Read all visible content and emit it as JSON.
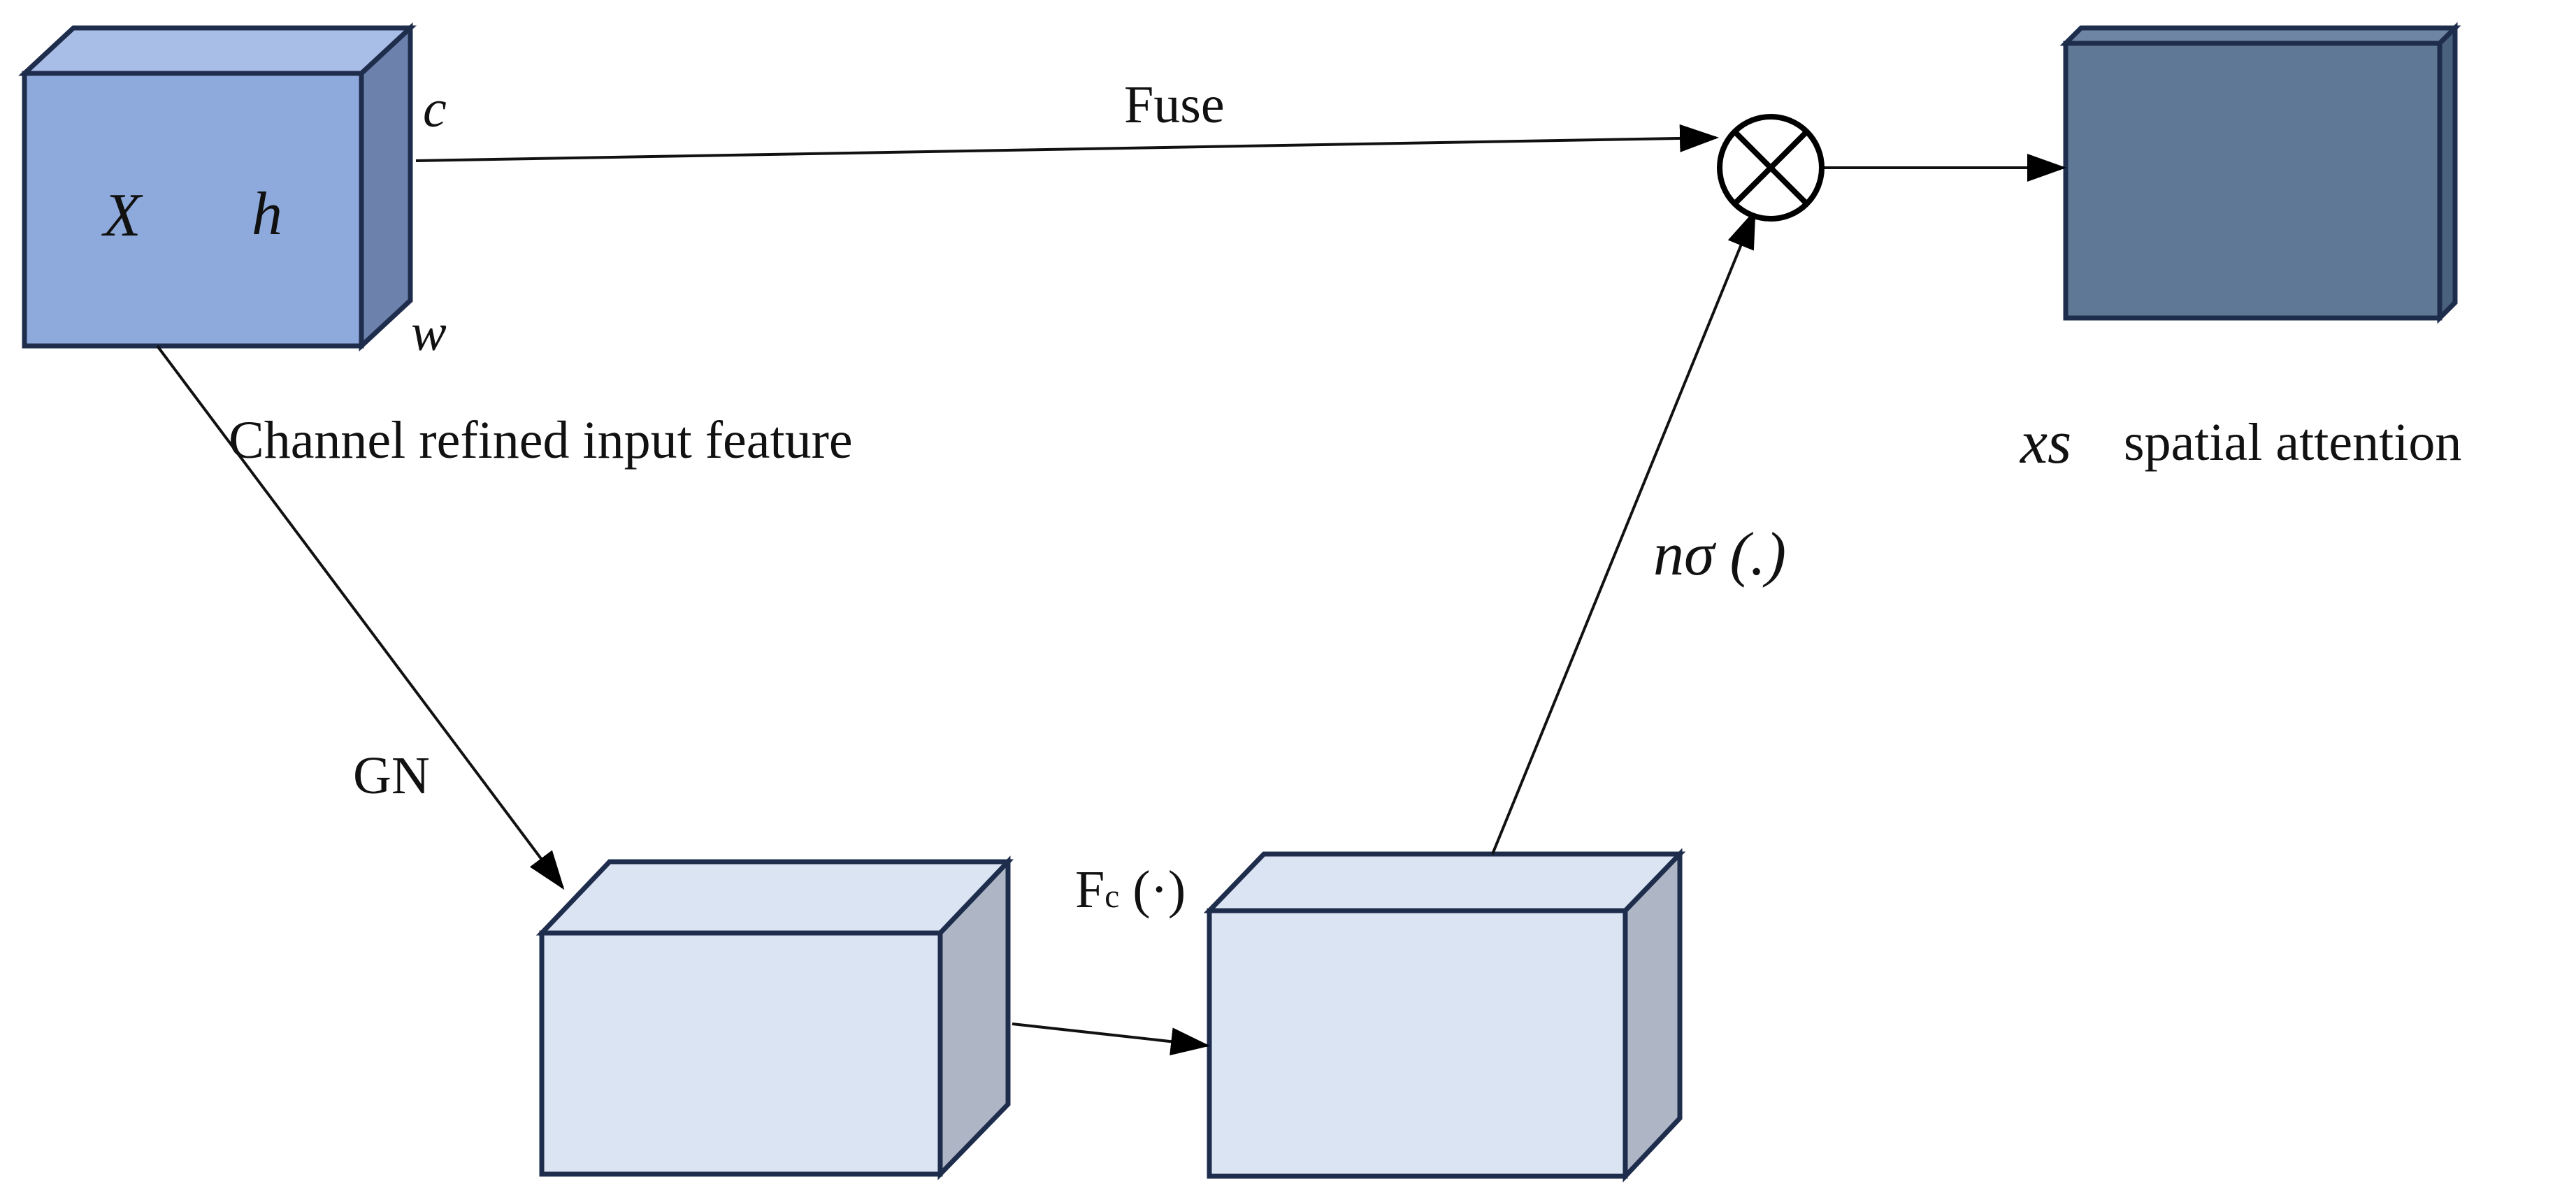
{
  "diagram": {
    "input_block": {
      "symbol": "X",
      "dim_h": "h",
      "dim_c": "c",
      "dim_w": "w",
      "caption": "Channel refined input feature"
    },
    "edges": {
      "fuse": "Fuse",
      "gn": "GN",
      "fc_main": "F",
      "fc_sub": "c",
      "fc_arg": " (·)",
      "sigmoid": "nσ (.)"
    },
    "fuse_op": {
      "symbol": "⊗"
    },
    "output_block": {
      "symbol": "xs",
      "caption": "spatial attention"
    },
    "colors": {
      "input_front": "#8ea9db",
      "input_top": "#a9bee6",
      "input_side": "#6c82ad",
      "mid_front": "#dbe4f3",
      "mid_side": "#aeb6c5",
      "output_front": "#5f7896",
      "output_side": "#4a617c",
      "stroke": "#1f2d4d"
    }
  }
}
